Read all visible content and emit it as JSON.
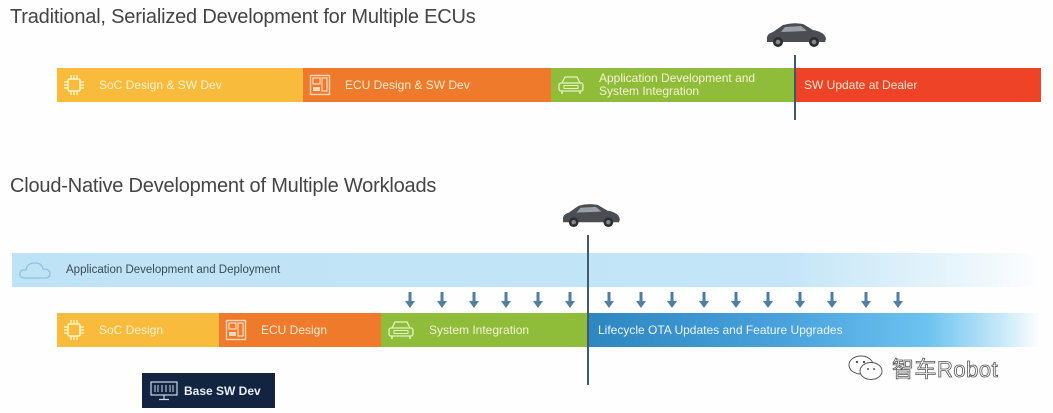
{
  "section_traditional": {
    "title": "Traditional, Serialized Development for Multiple ECUs",
    "phases": [
      {
        "label": "SoC Design & SW Dev",
        "icon": "chip-icon",
        "color": "#f8bb3c"
      },
      {
        "label": "ECU Design & SW Dev",
        "icon": "circuit-board-icon",
        "color": "#ef7a2c"
      },
      {
        "label": "Application Development and",
        "label2": "System Integration",
        "icon": "car-front-icon",
        "color": "#8fbd3a"
      },
      {
        "label": "SW Update at Dealer",
        "color": "#ee4326"
      }
    ],
    "milestone_icon": "car-icon"
  },
  "section_cloud_native": {
    "title": "Cloud-Native Development of Multiple Workloads",
    "cloud_bar": {
      "label": "Application Development and Deployment",
      "icon": "cloud-icon",
      "color": "#bfe3f6"
    },
    "deploy_arrow_count": 16,
    "phases": [
      {
        "label": "SoC Design",
        "icon": "chip-icon",
        "color": "#f8bb3c"
      },
      {
        "label": "ECU Design",
        "icon": "circuit-board-icon",
        "color": "#ef7a2c"
      },
      {
        "label": "System Integration",
        "icon": "car-front-icon",
        "color": "#8fbd3a"
      },
      {
        "label": "Lifecycle OTA Updates and Feature Upgrades",
        "color": "#2e86c1"
      }
    ],
    "base_sw": {
      "label": "Base SW Dev",
      "icon": "monitor-icon",
      "color": "#12243f"
    },
    "milestone_icon": "car-icon"
  },
  "watermark": {
    "text": "智车Robot",
    "icon": "wechat-icon"
  }
}
